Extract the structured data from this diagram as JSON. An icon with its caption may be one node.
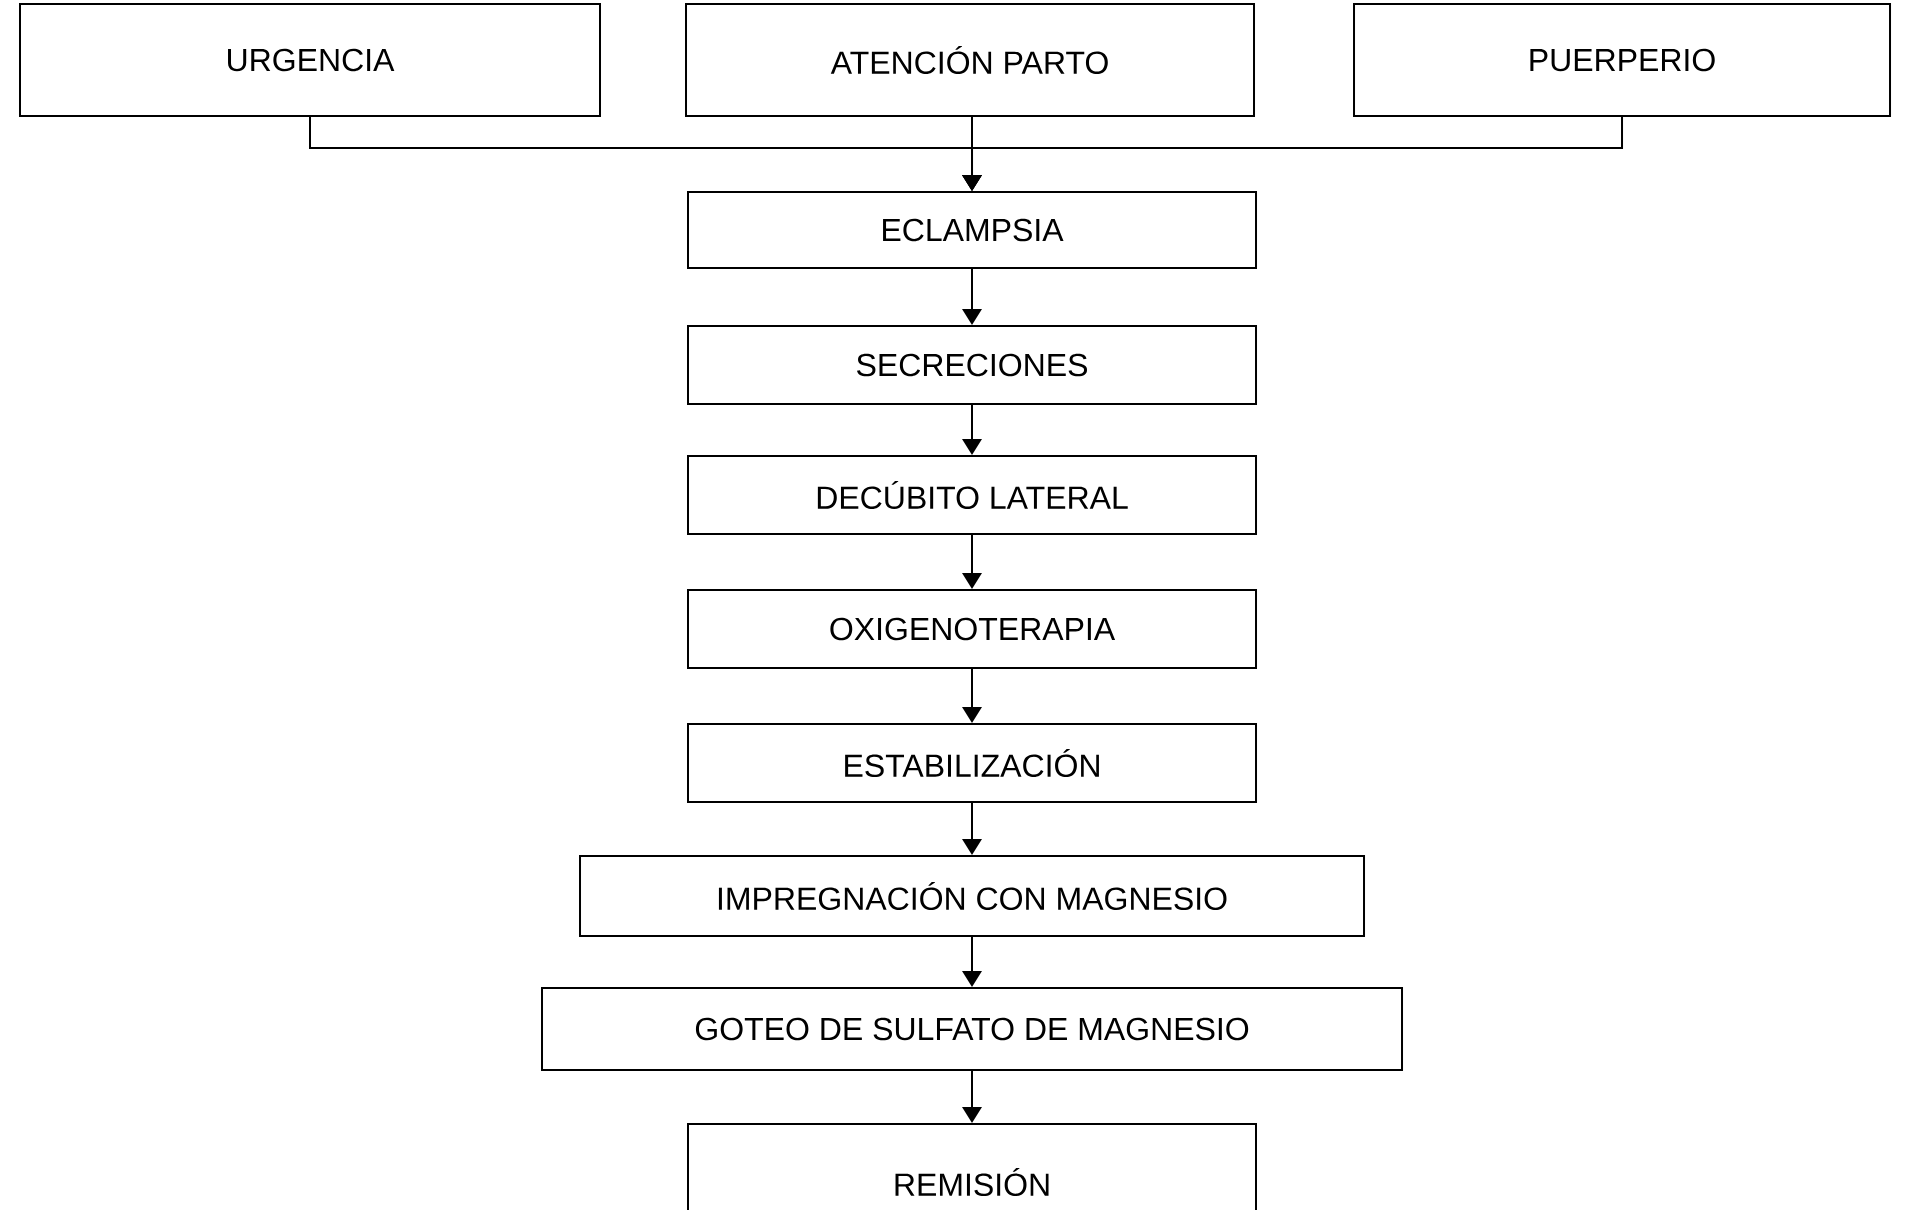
{
  "diagram": {
    "nodes": [
      {
        "text": [
          "URGENCIA"
        ]
      },
      {
        "text": [
          "ATENCIÓN PARTO"
        ]
      },
      {
        "text": [
          "PUERPERIO"
        ]
      },
      {
        "text": [
          "ECLAMPSIA"
        ]
      },
      {
        "text": [
          "SECRECIONES"
        ]
      },
      {
        "text": [
          "DECÚBITO LATERAL"
        ]
      },
      {
        "text": [
          "OXIGENOTERAPIA"
        ]
      },
      {
        "text": [
          "ESTABILIZACIÓN"
        ]
      },
      {
        "text": [
          "IMPREGNACIÓN CON MAGNESIO"
        ]
      },
      {
        "text": [
          "GOTEO DE SULFATO DE MAGNESIO"
        ]
      },
      {
        "text": [
          "REMISIÓN"
        ]
      }
    ],
    "edges": [
      {
        "from": 0,
        "to": 3,
        "arrow": "to"
      },
      {
        "from": 1,
        "to": 3,
        "arrow": "to"
      },
      {
        "from": 2,
        "to": 3,
        "arrow": "to"
      },
      {
        "from": 3,
        "to": 4,
        "arrow": "to"
      },
      {
        "from": 4,
        "to": 5,
        "arrow": "to"
      },
      {
        "from": 5,
        "to": 6,
        "arrow": "to"
      },
      {
        "from": 6,
        "to": 7,
        "arrow": "to"
      },
      {
        "from": 7,
        "to": 8,
        "arrow": "to"
      },
      {
        "from": 8,
        "to": 9,
        "arrow": "to"
      },
      {
        "from": 9,
        "to": 10,
        "arrow": "to"
      }
    ]
  }
}
